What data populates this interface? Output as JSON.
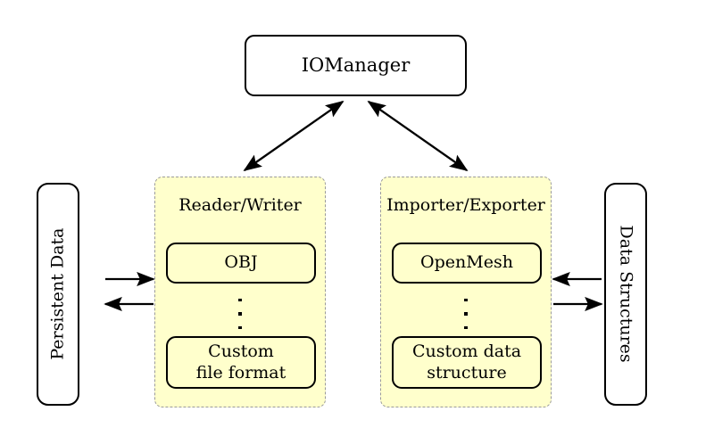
{
  "diagram": {
    "title_node": {
      "label": "IOManager"
    },
    "left_endpoint": {
      "label": "Persistent Data"
    },
    "right_endpoint": {
      "label": "Data Structures"
    },
    "groups": [
      {
        "id": "reader-writer",
        "title": "Reader/Writer",
        "top_item": "OBJ",
        "ellipsis": "⋮",
        "bottom_item": "Custom\nfile format"
      },
      {
        "id": "importer-exporter",
        "title": "Importer/Exporter",
        "top_item": "OpenMesh",
        "ellipsis": "⋮",
        "bottom_item": "Custom data\nstructure"
      }
    ],
    "connections": [
      {
        "name": "persistent-data-to-reader-writer",
        "direction": "right",
        "style": "single-head"
      },
      {
        "name": "reader-writer-to-persistent-data",
        "direction": "left",
        "style": "single-head"
      },
      {
        "name": "io-manager-reader-writer",
        "direction": "both",
        "style": "double-head"
      },
      {
        "name": "io-manager-importer-exporter",
        "direction": "both",
        "style": "double-head"
      },
      {
        "name": "data-structures-to-importer-exporter",
        "direction": "left",
        "style": "single-head"
      },
      {
        "name": "importer-exporter-to-data-structures",
        "direction": "right",
        "style": "single-head"
      }
    ],
    "colors": {
      "group_fill": "#ffffcc",
      "group_border": "#9a9a9a",
      "node_border": "#000000",
      "node_fill": "#ffffff",
      "background": "#ffffff",
      "arrow": "#000000"
    }
  }
}
